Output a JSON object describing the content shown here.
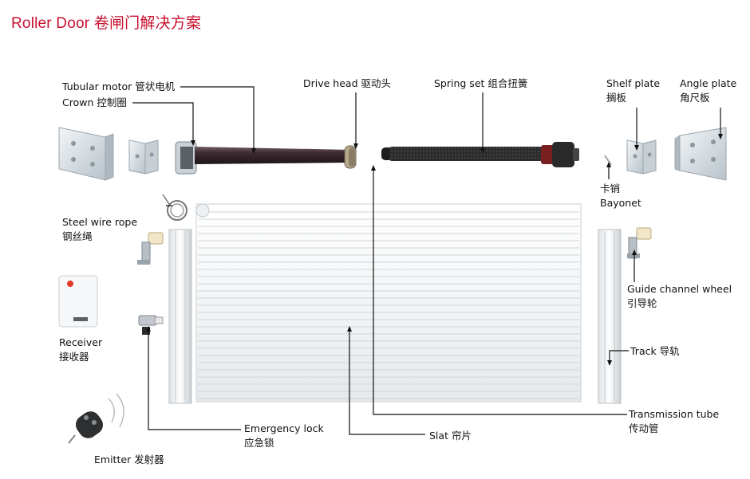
{
  "title": "Roller Door 卷闸门解决方案",
  "labels": {
    "tubular_motor": "Tubular motor 管状电机",
    "crown": "Crown 控制圈",
    "drive_head": "Drive head 驱动头",
    "spring_set": "Spring set 组合扭簧",
    "shelf_plate_en": "Shelf plate",
    "shelf_plate_zh": "搁板",
    "angle_plate_en": "Angle plate",
    "angle_plate_zh": "角尺板",
    "bayonet_zh": "卡销",
    "bayonet_en": "Bayonet",
    "steel_wire_en": "Steel wire rope",
    "steel_wire_zh": "钢丝绳",
    "guide_wheel_en": "Guide channel wheel",
    "guide_wheel_zh": "引导轮",
    "receiver_en": "Receiver",
    "receiver_zh": "接收器",
    "track": "Track 导轨",
    "transmission_en": "Transmission tube",
    "transmission_zh": "传动管",
    "emergency_en": "Emergency lock",
    "emergency_zh": "应急锁",
    "slat": "Slat 帘片",
    "emitter": "Emitter 发射器"
  },
  "colors": {
    "title": "#c8102e",
    "line": "#111111",
    "tube": "#3a2a32",
    "spring": "#2c2c2c"
  }
}
